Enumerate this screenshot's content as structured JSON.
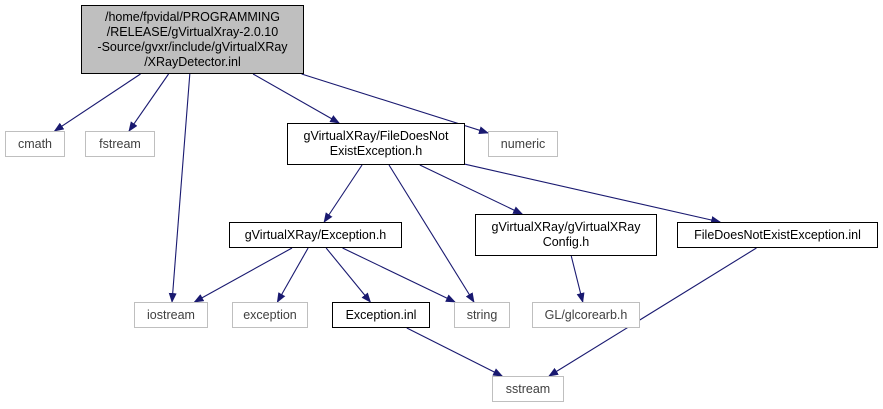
{
  "colors": {
    "edge": "#191970",
    "root_fill": "#bfbfbf",
    "local_border": "#000000",
    "system_border": "#bfbfbf"
  },
  "nodes": {
    "root": {
      "label": "/home/fpvidal/PROGRAMMING\n/RELEASE/gVirtualXray-2.0.10\n-Source/gvxr/include/gVirtualXRay\n/XRayDetector.inl"
    },
    "cmath": {
      "label": "cmath"
    },
    "fstream": {
      "label": "fstream"
    },
    "file_does_not_exist_h": {
      "label": "gVirtualXRay/FileDoesNot\nExistException.h"
    },
    "numeric": {
      "label": "numeric"
    },
    "exception_h": {
      "label": "gVirtualXRay/Exception.h"
    },
    "config_h": {
      "label": "gVirtualXRay/gVirtualXRay\nConfig.h"
    },
    "file_does_not_exist_inl": {
      "label": "FileDoesNotExistException.inl"
    },
    "iostream": {
      "label": "iostream"
    },
    "exception": {
      "label": "exception"
    },
    "exception_inl": {
      "label": "Exception.inl"
    },
    "string": {
      "label": "string"
    },
    "glcorearb": {
      "label": "GL/glcorearb.h"
    },
    "sstream": {
      "label": "sstream"
    }
  },
  "edges": [
    [
      "root",
      "cmath"
    ],
    [
      "root",
      "fstream"
    ],
    [
      "root",
      "iostream"
    ],
    [
      "root",
      "file_does_not_exist_h"
    ],
    [
      "root",
      "numeric"
    ],
    [
      "file_does_not_exist_h",
      "exception_h"
    ],
    [
      "file_does_not_exist_h",
      "string"
    ],
    [
      "file_does_not_exist_h",
      "config_h"
    ],
    [
      "file_does_not_exist_h",
      "file_does_not_exist_inl"
    ],
    [
      "exception_h",
      "iostream"
    ],
    [
      "exception_h",
      "exception"
    ],
    [
      "exception_h",
      "exception_inl"
    ],
    [
      "exception_h",
      "string"
    ],
    [
      "config_h",
      "glcorearb"
    ],
    [
      "file_does_not_exist_inl",
      "sstream"
    ],
    [
      "exception_inl",
      "sstream"
    ]
  ]
}
